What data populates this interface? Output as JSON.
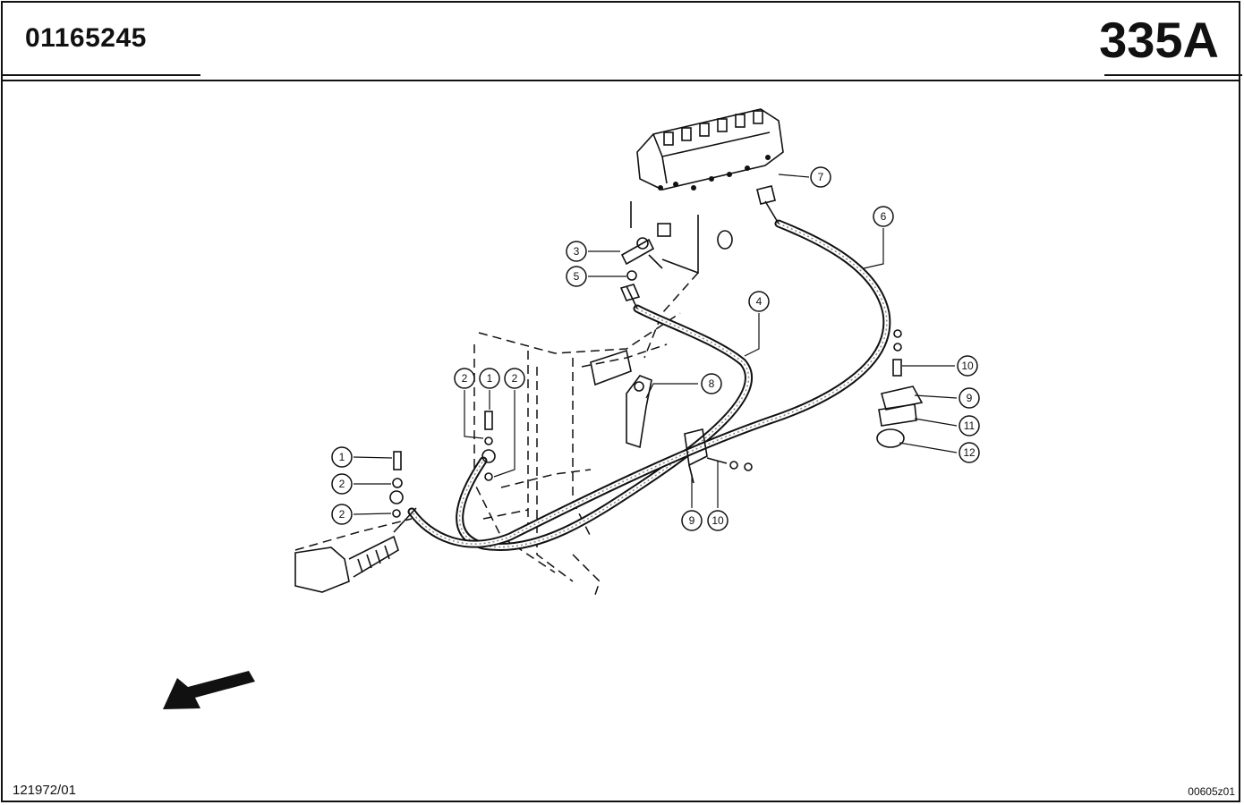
{
  "header": {
    "part_number": "01165245",
    "page_id": "335A"
  },
  "footer": {
    "left": "121972/01",
    "right": "00605z01"
  },
  "callouts": [
    {
      "id": "c1a",
      "label": "1"
    },
    {
      "id": "c2a",
      "label": "2"
    },
    {
      "id": "c2b",
      "label": "2"
    },
    {
      "id": "c2c",
      "label": "2"
    },
    {
      "id": "c1b",
      "label": "1"
    },
    {
      "id": "c2d",
      "label": "2"
    },
    {
      "id": "c3",
      "label": "3"
    },
    {
      "id": "c5",
      "label": "5"
    },
    {
      "id": "c4",
      "label": "4"
    },
    {
      "id": "c7",
      "label": "7"
    },
    {
      "id": "c6",
      "label": "6"
    },
    {
      "id": "c8",
      "label": "8"
    },
    {
      "id": "c9a",
      "label": "9"
    },
    {
      "id": "c10a",
      "label": "10"
    },
    {
      "id": "c10b",
      "label": "10"
    },
    {
      "id": "c9b",
      "label": "9"
    },
    {
      "id": "c11",
      "label": "11"
    },
    {
      "id": "c12",
      "label": "12"
    }
  ],
  "icons": {
    "direction_arrow": "arrow-left-down-icon"
  }
}
